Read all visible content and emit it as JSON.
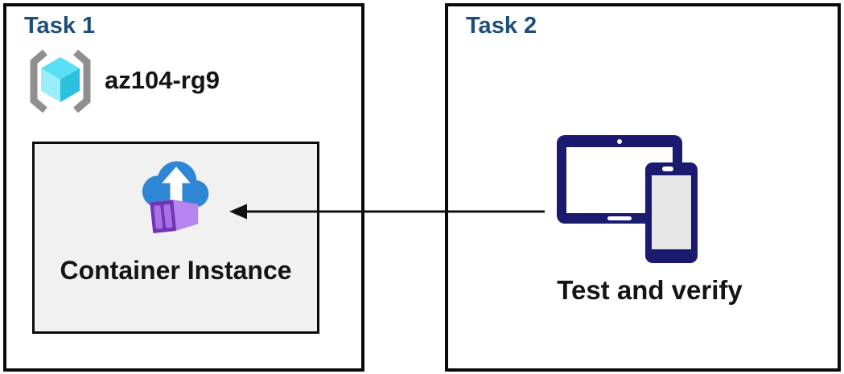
{
  "panels": {
    "task1": {
      "title": "Task 1",
      "resource_group_name": "az104-rg9",
      "container_label": "Container Instance"
    },
    "task2": {
      "title": "Task 2",
      "device_label": "Test and verify"
    }
  },
  "icons": {
    "resource_group": "resource-group-icon",
    "container_instance": "container-instances-icon",
    "devices": "tablet-phone-icon",
    "arrow": "left-arrow"
  },
  "colors": {
    "task_title": "#1C4E79",
    "panel_border": "#0A0A0A",
    "inner_box_bg": "#F1F1F1",
    "text_black": "#141414",
    "arrow_black": "#111111",
    "bracket_gray": "#8F8F8F",
    "cube_top": "#58DEF5",
    "cube_left": "#9BEDFB",
    "cube_right": "#2BC0DE",
    "cloud_blue": "#2E86D4",
    "arrow_white": "#FFFFFF",
    "container_front": "#7333B8",
    "container_panel": "#A571E3",
    "container_side": "#B584EF",
    "container_top": "#9659CF",
    "device_navy": "#1A1A6E",
    "phone_screen": "#E6E6E6",
    "screen_white": "#FFFFFF"
  }
}
